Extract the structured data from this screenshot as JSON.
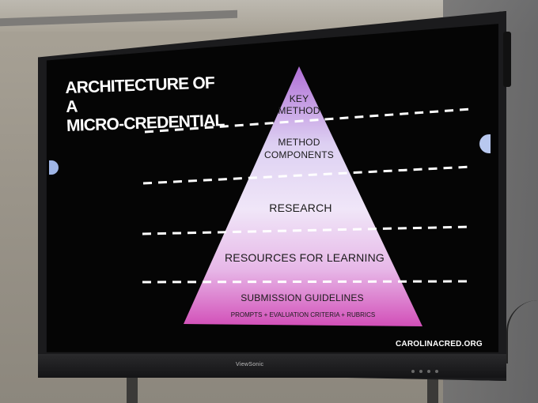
{
  "slide": {
    "title_line1": "ARCHITECTURE OF A",
    "title_line2": "MICRO-CREDENTIAL",
    "footer_url": "CAROLINACRED.ORG"
  },
  "pyramid": {
    "tiers": [
      {
        "label_line1": "KEY",
        "label_line2": "METHOD"
      },
      {
        "label_line1": "METHOD",
        "label_line2": "COMPONENTS"
      },
      {
        "label": "RESEARCH"
      },
      {
        "label": "RESOURCES FOR LEARNING"
      },
      {
        "label": "SUBMISSION GUIDELINES",
        "sublabel": "PROMPTS + EVALUATION CRITERIA + RUBRICS"
      }
    ]
  },
  "monitor": {
    "brand": "ViewSonic"
  }
}
